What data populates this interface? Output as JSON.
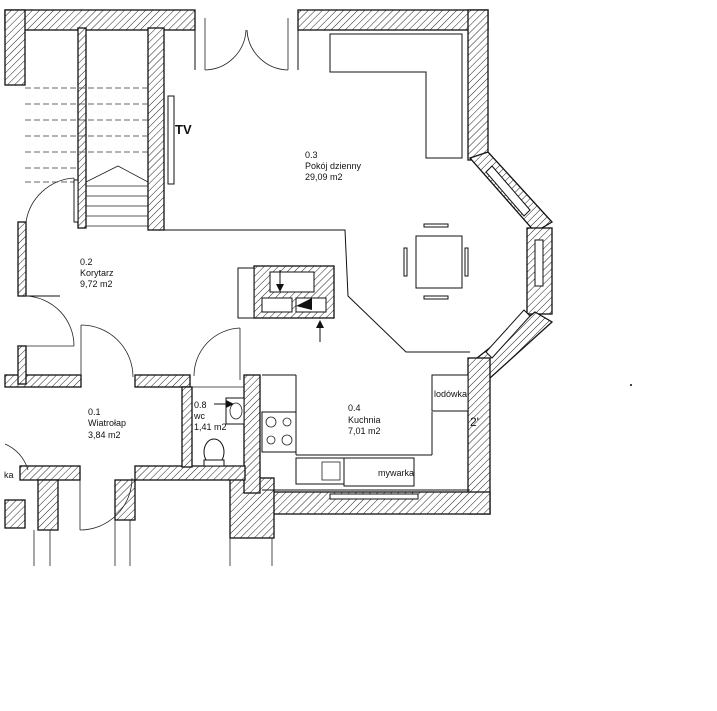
{
  "rooms": [
    {
      "id": "0.1",
      "name": "Wiatrołap",
      "area": "3,84 m2"
    },
    {
      "id": "0.2",
      "name": "Korytarz",
      "area": "9,72 m2"
    },
    {
      "id": "0.3",
      "name": "Pokój dzienny",
      "area": "29,09 m2"
    },
    {
      "id": "0.4",
      "name": "Kuchnia",
      "area": "7,01 m2"
    },
    {
      "id": "0.8",
      "name": "wc",
      "area": "1,41 m2"
    }
  ],
  "labels": {
    "tv": "TV",
    "fridge": "lodówka",
    "dishwasher": "mywarka",
    "edge_fragment": "ka",
    "dimension_mark": "2'"
  }
}
